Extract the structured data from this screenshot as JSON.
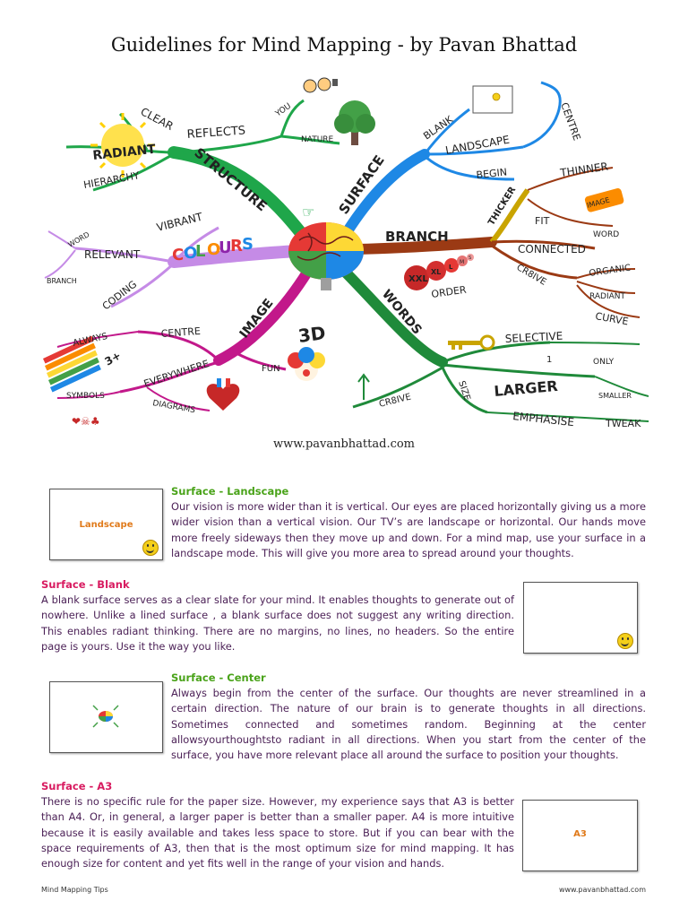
{
  "title": "Guidelines for Mind Mapping - by Pavan Bhattad",
  "mindmap": {
    "center_icon": "brain-icon",
    "branches": {
      "structure": "STRUCTURE",
      "surface": "SURFACE",
      "branch": "BRANCH",
      "words": "WORDS",
      "image": "IMAGE",
      "colours": "COLOURS"
    },
    "structure_leaves": {
      "clear": "CLEAR",
      "reflects": "REFLECTS",
      "radiant": "RADIANT",
      "hierarchy": "HIERARCHY",
      "you": "YOU",
      "nature": "NATURE"
    },
    "surface_leaves": {
      "blank": "BLANK",
      "landscape": "LANDSCAPE",
      "begin": "BEGIN",
      "centre": "CENTRE"
    },
    "branch_leaves": {
      "thicker": "THICKER",
      "thinner": "THINNER",
      "image": "IMAGE",
      "fit": "FIT",
      "word": "WORD",
      "connected": "CONNECTED",
      "cr8ive": "CR8IVE",
      "organic": "ORGANIC",
      "radiant": "RADIANT",
      "curve": "CURVE",
      "order": "ORDER",
      "xxl": "XXL",
      "xl": "XL",
      "l": "L",
      "m": "M",
      "s": "S"
    },
    "words_leaves": {
      "selective": "SELECTIVE",
      "one": "1",
      "only": "ONLY",
      "size": "SIZE",
      "larger": "LARGER",
      "smaller": "SMALLER",
      "emphasise": "EMPHASISE",
      "tweak": "TWEAK",
      "cr8ive": "CR8IVE"
    },
    "image_leaves": {
      "centre": "CENTRE",
      "always": "ALWAYS",
      "three_plus": "3+",
      "everywhere": "EVERYWHERE",
      "symbols": "SYMBOLS",
      "diagrams": "DIAGRAMS",
      "fun": "FUN",
      "three_d": "3D"
    },
    "colours_leaves": {
      "vibrant": "VIBRANT",
      "relevant": "RELEVANT",
      "word": "WORD",
      "branch": "BRANCH",
      "coding": "CODING"
    },
    "colours_letters": [
      "C",
      "O",
      "L",
      "O",
      "U",
      "R",
      "S"
    ],
    "colours_palette": [
      "#e53935",
      "#1e88e5",
      "#43a047",
      "#fb8c00",
      "#8e24aa",
      "#e53935",
      "#1e88e5"
    ],
    "branch_colors": {
      "structure": "#1fa64a",
      "surface": "#1e88e5",
      "branch": "#9b3a14",
      "words": "#1f8a3a",
      "image": "#c2188a",
      "colours": "#c58be6"
    }
  },
  "website": "www.pavanbhattad.com",
  "sections": [
    {
      "title": "Surface - Landscape",
      "title_color": "#4aa31a",
      "thumb_label": "Landscape",
      "body": "Our vision is more wider than it is vertical. Our eyes are placed horizontally giving us a more wider vision than a vertical vision. Our TV’s are landscape or horizontal. Our hands move more freely sideways then they move up and down. For a mind map, use your surface in a landscape mode. This will give you more area to spread around your thoughts."
    },
    {
      "title": "Surface - Blank",
      "title_color": "#d81b60",
      "body": "A blank surface serves as a clear slate for your mind. It enables thoughts to generate out of nowhere. Unlike a lined surface , a blank surface does not suggest any writing direction. This enables radiant thinking. There are no margins, no lines, no headers. So the entire page is yours. Use it the way you like."
    },
    {
      "title": "Surface - Center",
      "title_color": "#4aa31a",
      "body": "Always begin from the center of the surface. Our thoughts are never streamlined in a certain direction. The nature of our brain is to generate thoughts in all directions. Sometimes connected and sometimes random. Beginning at the center allowsyourthoughtsto radiant in all directions. When you start from the center of the surface, you have more relevant place all around the surface to position your thoughts."
    },
    {
      "title": "Surface - A3",
      "title_color": "#d81b60",
      "thumb_label": "A3",
      "body": "There is no specific rule for the paper size. However, my experience says that A3 is better than A4. Or, in general, a larger paper is better than a smaller paper. A4 is more intuitive because it is easily available and takes less space to store. But if you can bear with the space requirements of A3, then that is the most optimum size for mind mapping. It has enough size for content and yet fits well in the range of your vision and hands."
    }
  ],
  "footer": {
    "left": "Mind Mapping Tips",
    "right": "www.pavanbhattad.com"
  }
}
